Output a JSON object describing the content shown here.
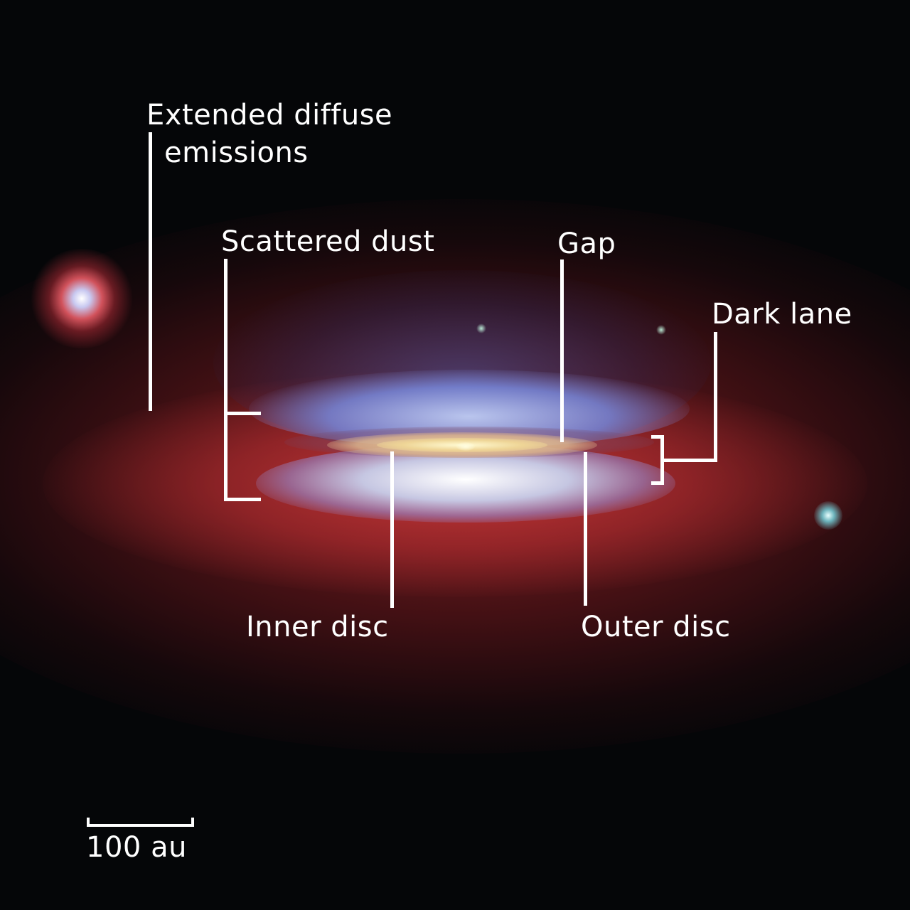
{
  "image": {
    "description": "Edge-on protoplanetary disc with annotated structures",
    "colors": {
      "background": "#050608",
      "red_emission": "#c0393a",
      "blue_scatter": "#7f8cdb",
      "disc_core": "#f2d9a0",
      "label": "#ffffff"
    }
  },
  "labels": {
    "extended_line1": "Extended diffuse",
    "extended_line2": "emissions",
    "scattered_dust": "Scattered dust",
    "gap": "Gap",
    "dark_lane": "Dark lane",
    "inner_disc": "Inner disc",
    "outer_disc": "Outer disc"
  },
  "scale_bar": {
    "label": "100 au"
  }
}
